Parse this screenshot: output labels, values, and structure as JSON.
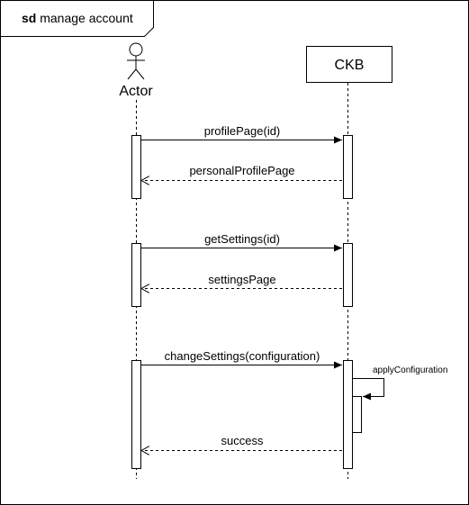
{
  "frame": {
    "keyword": "sd",
    "name": "manage account"
  },
  "participants": {
    "actor": {
      "label": "Actor"
    },
    "system": {
      "label": "CKB"
    }
  },
  "messages": [
    {
      "label": "profilePage(id)",
      "kind": "sync"
    },
    {
      "label": "personalProfilePage",
      "kind": "return"
    },
    {
      "label": "getSettings(id)",
      "kind": "sync"
    },
    {
      "label": "settingsPage",
      "kind": "return"
    },
    {
      "label": "changeSettings(configuration)",
      "kind": "sync"
    },
    {
      "label": "applyConfiguration",
      "kind": "self"
    },
    {
      "label": "success",
      "kind": "return"
    }
  ]
}
